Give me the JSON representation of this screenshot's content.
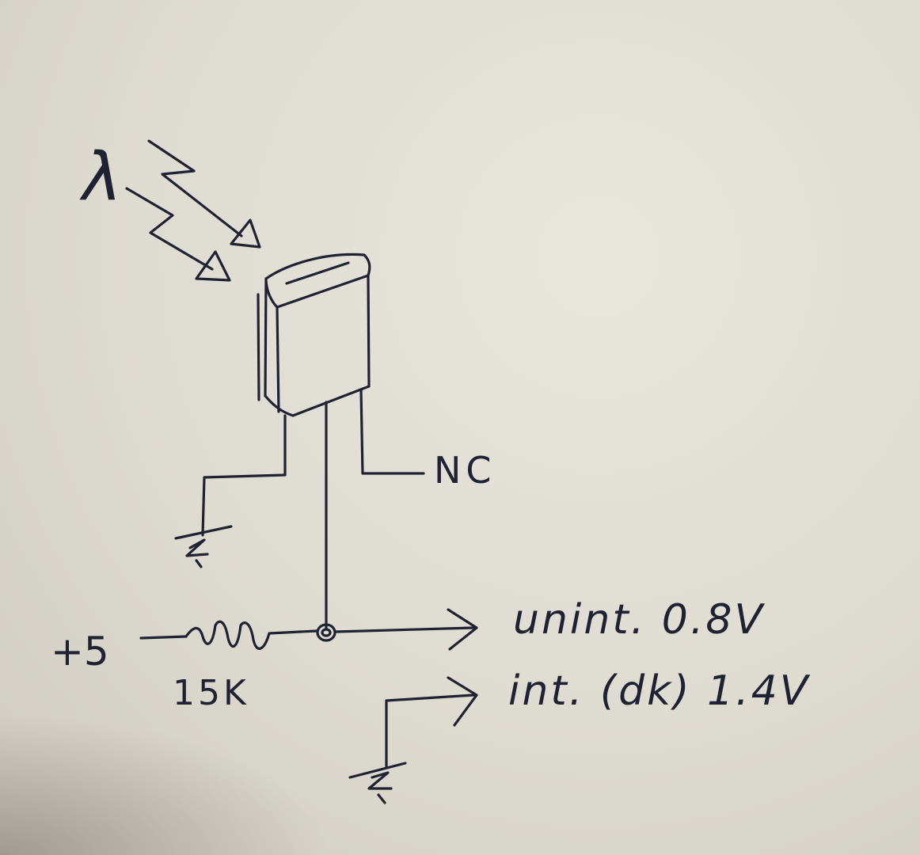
{
  "symbols": {
    "wavelength": "λ"
  },
  "labels": {
    "nc": "NC",
    "supply": "+5",
    "resistor": "15K",
    "output_unint": "unint. 0.8V",
    "output_int": "int. (dk) 1.4V"
  },
  "colors": {
    "ink": "#1f2233",
    "paper": "#e3e0d7"
  }
}
